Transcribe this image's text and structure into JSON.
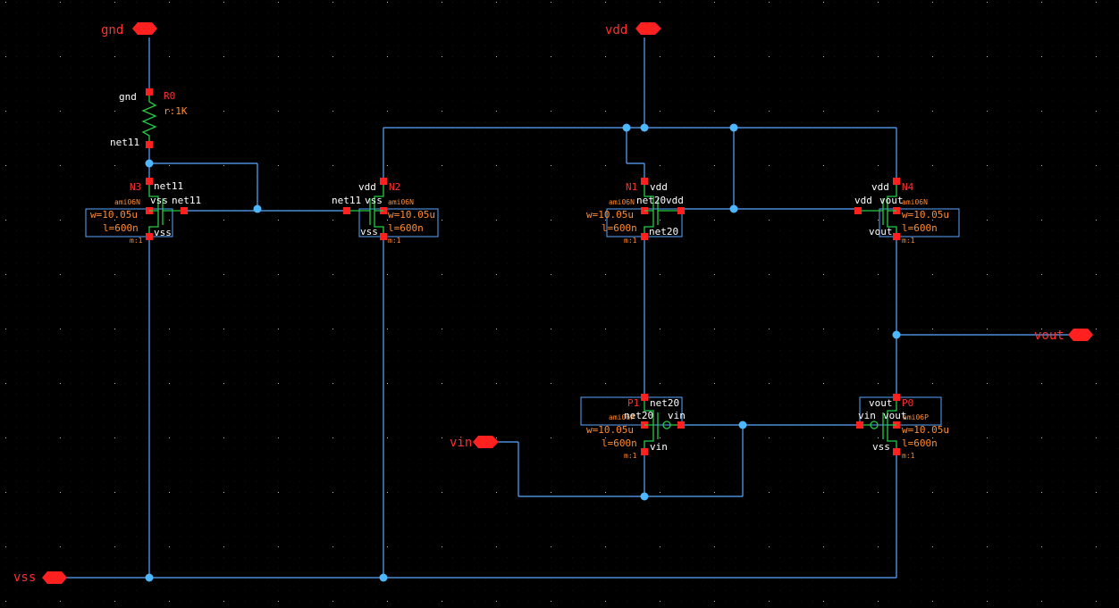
{
  "colors": {
    "background": "#000000",
    "wire": "#5aa8ff",
    "pin": "#ff2020",
    "symbol": "#22cc44",
    "param": "#ff8c30",
    "net_label": "#ffffff"
  },
  "pins": {
    "gnd": "gnd",
    "vdd": "vdd",
    "vss": "vss",
    "vin": "vin",
    "vout": "vout"
  },
  "resistor": {
    "inst": "R0",
    "value": "r:1K",
    "top_net": "gnd",
    "bottom_net": "net11"
  },
  "devices": {
    "N3": {
      "inst": "N3",
      "model": "ami06N",
      "w": "w=10.05u",
      "l": "l=600n",
      "m": "m:1",
      "d": "net11",
      "g": "net11",
      "s": "vss",
      "b": "vss"
    },
    "N2": {
      "inst": "N2",
      "model": "ami06N",
      "w": "w=10.05u",
      "l": "l=600n",
      "m": "m:1",
      "d": "vdd",
      "g": "net11",
      "s": "vss",
      "b": "vss"
    },
    "N1": {
      "inst": "N1",
      "model": "ami06N",
      "w": "w=10.05u",
      "l": "l=600n",
      "m": "m:1",
      "d": "vdd",
      "g": "vdd",
      "s": "net20",
      "b": "net20"
    },
    "N4": {
      "inst": "N4",
      "model": "ami06N",
      "w": "w=10.05u",
      "l": "l=600n",
      "m": "m:1",
      "d": "vdd",
      "g": "vdd",
      "s": "vout",
      "b": "vout"
    },
    "P1": {
      "inst": "P1",
      "model": "ami06P",
      "w": "w=10.05u",
      "l": "l=600n",
      "m": "m:1",
      "d": "net20",
      "g": "vin",
      "s": "vin",
      "b": "net20"
    },
    "P0": {
      "inst": "P0",
      "model": "ami06P",
      "w": "w=10.05u",
      "l": "l=600n",
      "m": "m:1",
      "d": "vout",
      "g": "vin",
      "s": "vss",
      "b": "vout"
    }
  }
}
